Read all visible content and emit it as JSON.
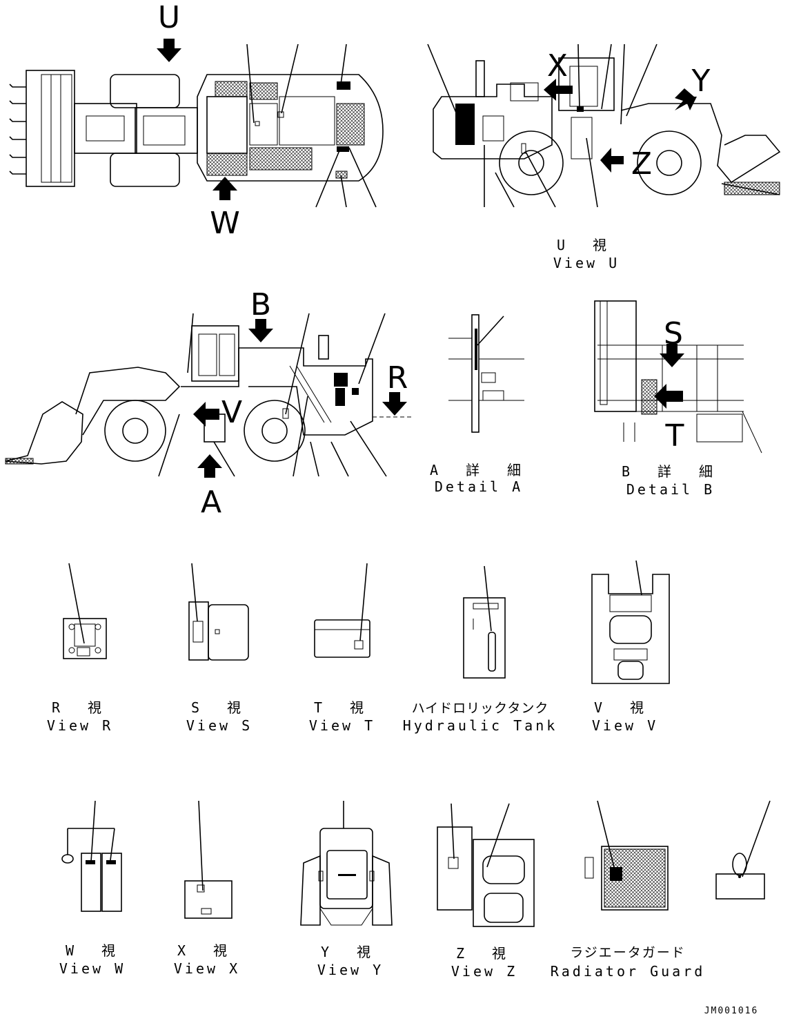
{
  "drawing_id": "JM001016",
  "view_letters": {
    "u": "U",
    "w": "W",
    "x": "X",
    "y": "Y",
    "z": "Z",
    "b": "B",
    "a": "A",
    "r": "R",
    "v": "V",
    "s": "S",
    "t": "T"
  },
  "captions": {
    "view_u": {
      "jp": "U 視",
      "en": "View U"
    },
    "detail_a": {
      "jp": "A 詳 細",
      "en": "Detail A"
    },
    "detail_b": {
      "jp": "B 詳 細",
      "en": "Detail B"
    },
    "view_r": {
      "jp": "R 視",
      "en": "View R"
    },
    "view_s": {
      "jp": "S 視",
      "en": "View S"
    },
    "view_t": {
      "jp": "T 視",
      "en": "View T"
    },
    "hydraulic_tank": {
      "jp": "ハイドロリックタンク",
      "en": "Hydraulic Tank"
    },
    "view_v": {
      "jp": "V 視",
      "en": "View V"
    },
    "view_w": {
      "jp": "W 視",
      "en": "View W"
    },
    "view_x": {
      "jp": "X 視",
      "en": "View X"
    },
    "view_y": {
      "jp": "Y 視",
      "en": "View Y"
    },
    "view_z": {
      "jp": "Z 視",
      "en": "View Z"
    },
    "radiator_guard": {
      "jp": "ラジエータガード",
      "en": "Radiator Guard"
    }
  }
}
